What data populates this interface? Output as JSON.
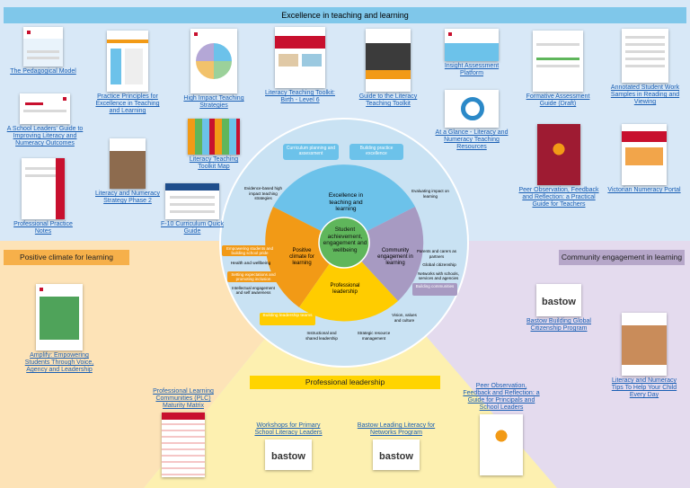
{
  "header": {
    "title": "Excellence in teaching and learning"
  },
  "sections": {
    "left": "Positive climate for learning",
    "right": "Community engagement in learning",
    "bottom": "Professional leadership"
  },
  "wheel": {
    "center": "Student achievement, engagement and wellbeing",
    "top_segment": "Excellence in teaching and learning",
    "left_segment": "Positive climate for learning",
    "right_segment": "Community engagement in learning",
    "bottom_segment": "Professional leadership",
    "tag_curriculum": "Curriculum planning and assessment",
    "tag_building_practice": "Building practice excellence",
    "tag_evidence": "Evidence-based high impact teaching strategies",
    "tag_evaluating": "Evaluating impact on learning",
    "tag_empowering": "Empowering students and building school pride",
    "tag_health": "Health and wellbeing",
    "tag_setting_expectations": "Setting expectations and promoting inclusion",
    "tag_intellectual": "Intellectual engagement and self awareness",
    "tag_parents": "Parents and carers as partners",
    "tag_global": "Global citizenship",
    "tag_networks": "Networks with schools, services and agencies",
    "tag_building_communities": "Building communities",
    "tag_vision": "Vision, values and culture",
    "tag_strategic": "Strategic resource management",
    "tag_instructional": "Instructional and shared leadership",
    "tag_building_leadership": "Building leadership teams"
  },
  "resources": {
    "pedagogical_model": "The Pedagogical Model",
    "school_leaders_guide": "A School Leaders' Guide to Improving Literacy and Numeracy Outcomes",
    "professional_practice_notes": "Professional Practice Notes",
    "practice_principles": "Practice Principles for Excellence in Teaching and Learning",
    "literacy_numeracy_strategy": "Literacy and Numeracy Strategy Phase 2",
    "hits": "High Impact Teaching Strategies",
    "lit_toolkit_map": "Literacy Teaching Toolkit Map",
    "lit_toolkit_birth": "Literacy Teaching Toolkit: Birth - Level 6",
    "f10_curriculum": "F-10 Curriculum Quick Guide",
    "guide_lit_toolkit": "Guide to the Literacy Teaching Toolkit",
    "insight_assessment": "Insight Assessment Platform",
    "at_a_glance": "At a Glance - Literacy and Numeracy Teaching Resources",
    "formative_assessment": "Formative Assessment Guide (Draft)",
    "annotated_samples": "Annotated Student Work Samples in Reading and Viewing",
    "peer_observation_top": "Peer Observation, Feedback and Reflection: a Practical Guide for Teachers",
    "numeracy_portal": "Victorian Numeracy Portal",
    "amplify": "Amplify: Empowering Students Through Voice, Agency and Leadership",
    "bastow_global": "Bastow Building Global Citizenship Program",
    "lit_num_tips": "Literacy and Numeracy Tips To Help Your Child Every Day",
    "plc_matrix": "Professional Learning Communities (PLC) Maturity Matrix",
    "workshops_primary": "Workshops for Primary School Literacy Leaders",
    "bastow_leading": "Bastow Leading Literacy for Networks Program",
    "peer_observation_principals": "Peer Observation, Feedback and Reflection: a Guide for Principals and School Leaders",
    "bastow_logo": "bastow"
  },
  "colors": {
    "top_bg": "#d8e8f7",
    "left_bg": "#fde3b7",
    "bottom_bg": "#fdf0b0",
    "right_bg": "#e4dbee",
    "wheel_outer": "#c9e2f3",
    "segment_top": "#6cc2ea",
    "segment_left": "#f29a16",
    "segment_right": "#a79ac2",
    "segment_bottom": "#ffcc00",
    "center": "#5fb65b",
    "link": "#1a5fb4"
  }
}
